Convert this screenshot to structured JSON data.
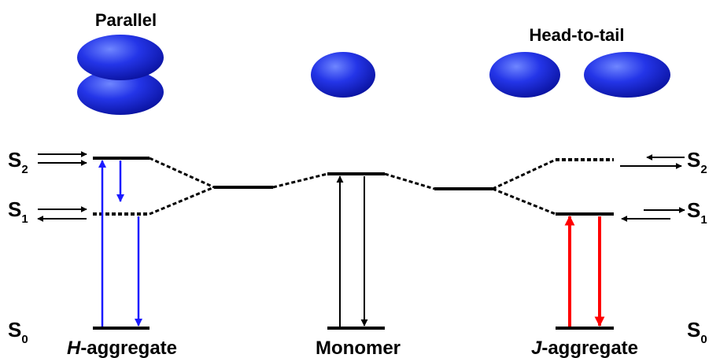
{
  "labels": {
    "parallel": "Parallel",
    "head_to_tail": "Head-to-tail",
    "h_aggregate_italic": "H",
    "h_aggregate_rest": "-aggregate",
    "monomer": "Monomer",
    "j_aggregate_italic": "J",
    "j_aggregate_rest": "-aggregate"
  },
  "states": {
    "s2": {
      "letter": "S",
      "sub": "2"
    },
    "s1": {
      "letter": "S",
      "sub": "1"
    },
    "s0": {
      "letter": "S",
      "sub": "0"
    }
  },
  "colors": {
    "ellipse": "#1f2fe0",
    "h_arrows": "#1a1aff",
    "j_arrows": "#ff0000",
    "monomer_arrows": "#000000"
  }
}
